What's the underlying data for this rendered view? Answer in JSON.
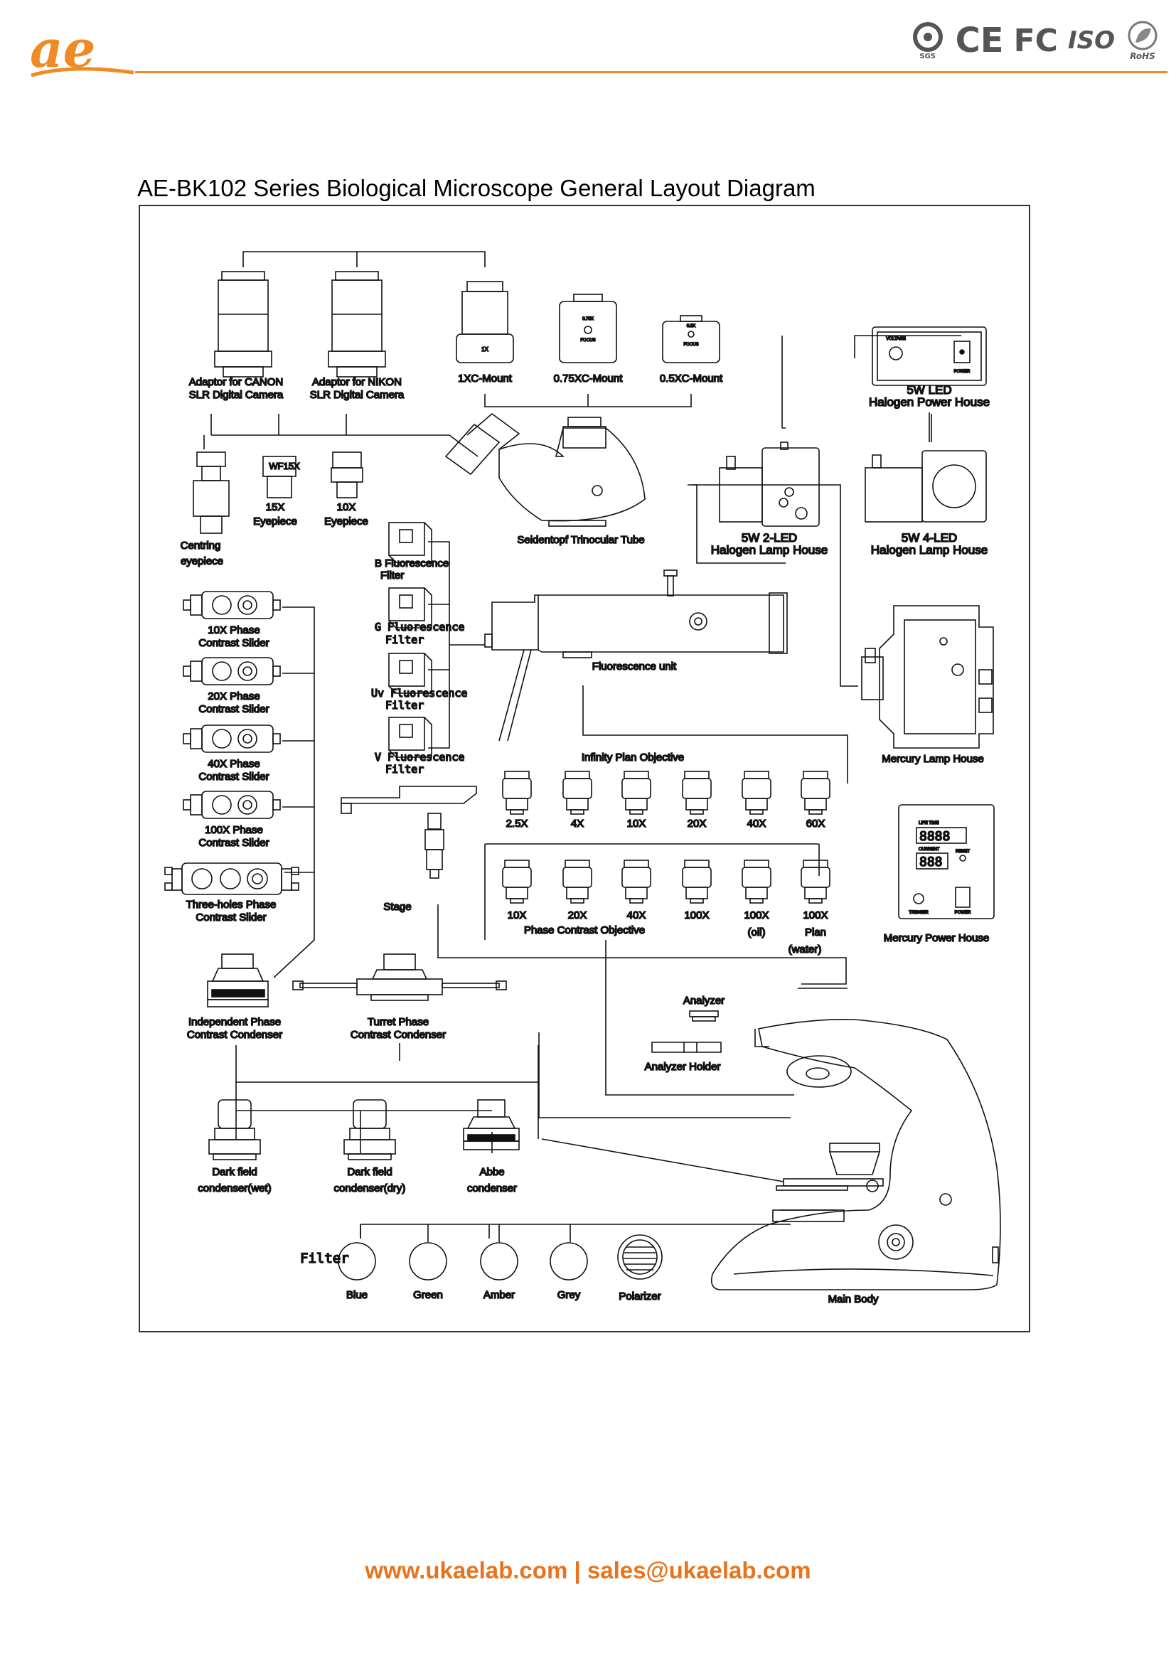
{
  "header": {
    "logo_text": "ae",
    "certifications": [
      "SGS",
      "CE",
      "FC",
      "ISO",
      "RoHS"
    ]
  },
  "title": "AE-BK102 Series Biological Microscope General Layout Diagram",
  "labels": {
    "adaptor_canon": [
      "Adaptor for CANON",
      "SLR Digital Camera"
    ],
    "adaptor_nikon": [
      "Adaptor for NIKON",
      "SLR Digital Camera"
    ],
    "mount_1x": "1XC-Mount",
    "mount_1x_mark": "1X",
    "mount_075x": "0.75XC-Mount",
    "mount_075x_mark": "0.75X",
    "mount_05x": "0.5XC-Mount",
    "mount_05x_mark": "0.5X",
    "mount_focus_mark": "FOCUS",
    "led5w_power": [
      "5W LED",
      "Halogen Power House"
    ],
    "led5w_voltage_mark": "VOLTAGE",
    "power_mark": "POWER",
    "centring_eyepiece": [
      "Centring",
      "eyepiece"
    ],
    "eyepiece_15x": [
      "15X",
      "Eyepiece"
    ],
    "eyepiece_15x_mark": "WF15X",
    "eyepiece_10x": [
      "10X",
      "Eyepiece"
    ],
    "trinocular_tube": "Seidentopf Trinocular Tube",
    "lamp_2led": [
      "5W 2-LED",
      "Halogen Lamp House"
    ],
    "lamp_4led": [
      "5W 4-LED",
      "Halogen Lamp House"
    ],
    "b_filter": [
      "B Fluorescence",
      "Filter"
    ],
    "g_filter": [
      "G Fluorescence",
      "Filter"
    ],
    "uv_filter": [
      "Uv Fluorescence",
      "Filter"
    ],
    "v_filter": [
      "V Fluorescence",
      "Filter"
    ],
    "slider_10x": [
      "10X Phase",
      "Contrast Slider"
    ],
    "slider_20x": [
      "20X Phase",
      "Contrast Slider"
    ],
    "slider_40x": [
      "40X Phase",
      "Contrast Slider"
    ],
    "slider_100x": [
      "100X Phase",
      "Contrast Slider"
    ],
    "slider_3hole": [
      "Three-holes Phase",
      "Contrast Slider"
    ],
    "fluorescence_unit": "Fluorescence unit",
    "mercury_lamp": "Mercury Lamp House",
    "infinity_plan": "Infinity Plan Objective",
    "infinity_mags": [
      "2.5X",
      "4X",
      "10X",
      "20X",
      "40X",
      "60X"
    ],
    "phase_mags": [
      "10X",
      "20X",
      "40X",
      "100X",
      "100X",
      "100X"
    ],
    "phase_notes": [
      "",
      "",
      "",
      "",
      "(oil)",
      "Plan"
    ],
    "phase_note_water": "(water)",
    "phase_objective": "Phase Contrast Objective",
    "stage": "Stage",
    "mercury_power": "Mercury Power House",
    "indep_condenser": [
      "Independent Phase",
      "Contrast Condenser"
    ],
    "turret_condenser": [
      "Turret Phase",
      "Contrast Condenser"
    ],
    "analyzer": "Analyzer",
    "analyzer_holder": "Analyzer Holder",
    "dark_wet": [
      "Dark field",
      "condenser(wet)"
    ],
    "dark_dry": [
      "Dark field",
      "condenser(dry)"
    ],
    "abbe": [
      "Abbe",
      "condenser"
    ],
    "filter": "Filter",
    "filters": [
      "Blue",
      "Green",
      "Amber",
      "Grey"
    ],
    "polarizer": "Polarizer",
    "main_body": "Main Body",
    "trigger_mark": "TRIGGER",
    "reset_mark": "RESET",
    "lifetime_mark": "LIFE TIME",
    "current_mark": "CURRENT",
    "lifetime_display": "8888",
    "current_display": "888"
  },
  "footer": {
    "website": "www.ukaelab.com",
    "separator": "|",
    "email": "sales@ukaelab.com"
  },
  "colors": {
    "accent": "#f08a24",
    "footer": "#e8731d",
    "line": "#111111"
  }
}
